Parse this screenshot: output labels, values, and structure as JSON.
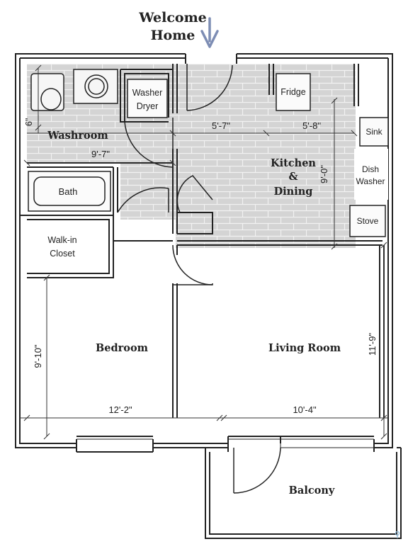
{
  "header": {
    "line1": "Welcome",
    "line2": "Home",
    "arrow_icon": "down-arrow-icon",
    "arrow_color": "#7d8db4"
  },
  "colors": {
    "wall": "#222222",
    "tile_fill": "#d4d4d4",
    "tile_line": "#ffffff",
    "dim_line": "#333333",
    "corner_mark": "#8ab8d8"
  },
  "rooms": {
    "washroom": "Washroom",
    "kitchen_line1": "Kitchen",
    "kitchen_line2": "&",
    "kitchen_line3": "Dining",
    "bedroom": "Bedroom",
    "living_room": "Living Room",
    "balcony": "Balcony",
    "walk_in_line1": "Walk-in",
    "walk_in_line2": "Closet"
  },
  "fixtures": {
    "washer_line1": "Washer",
    "washer_line2": "Dryer",
    "fridge": "Fridge",
    "sink": "Sink",
    "dish_line1": "Dish",
    "dish_line2": "Washer",
    "stove": "Stove",
    "bath": "Bath"
  },
  "dimensions": {
    "washroom_height": "6\"",
    "washroom_width": "9'-7\"",
    "hall_width": "5'-7\"",
    "kitchen_width": "5'-8\"",
    "kitchen_depth": "9'-0\"",
    "bedroom_depth": "9'-10\"",
    "bedroom_width": "12'-2\"",
    "living_width": "10'-4\"",
    "living_depth": "11'-9\""
  }
}
